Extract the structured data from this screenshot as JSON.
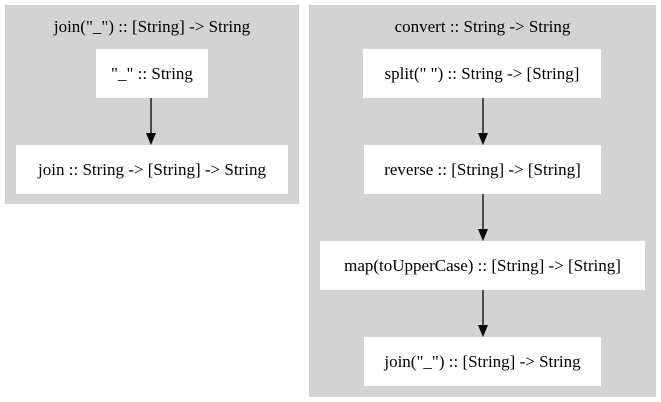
{
  "clusters": {
    "join": {
      "title": "join(\"_\") :: [String] -> String",
      "nodes": [
        {
          "id": "sep",
          "label": "\"_\" :: String"
        },
        {
          "id": "join_fn",
          "label": "join :: String -> [String] -> String"
        }
      ]
    },
    "convert": {
      "title": "convert :: String -> String",
      "nodes": [
        {
          "id": "split",
          "label": "split(\" \") :: String -> [String]"
        },
        {
          "id": "reverse",
          "label": "reverse :: [String] -> [String]"
        },
        {
          "id": "map",
          "label": "map(toUpperCase) :: [String] -> [String]"
        },
        {
          "id": "join_call",
          "label": "join(\"_\") :: [String] -> String"
        }
      ]
    }
  },
  "edges": [
    {
      "from": "sep",
      "to": "join_fn"
    },
    {
      "from": "split",
      "to": "reverse"
    },
    {
      "from": "reverse",
      "to": "map"
    },
    {
      "from": "map",
      "to": "join_call"
    }
  ],
  "colors": {
    "cluster_fill": "#d3d3d3",
    "node_fill": "#ffffff",
    "edge": "#000000"
  }
}
